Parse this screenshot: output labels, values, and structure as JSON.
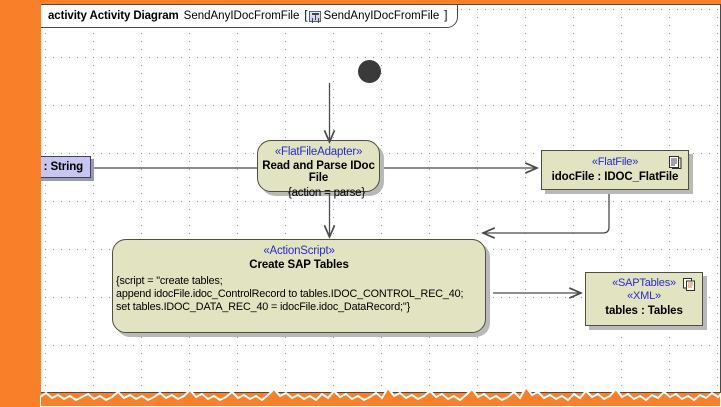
{
  "frame": {
    "keyword": "activity Activity Diagram",
    "name": "SendAnyIDocFromFile",
    "bracket_open": "[",
    "bracket_name": "SendAnyIDocFromFile",
    "bracket_close": "]",
    "icon": "activity-diagram-icon"
  },
  "colors": {
    "canvas_background": "#f97f28",
    "frame_background": "#ffffff",
    "node_fill": "#e2e3c0",
    "node_border": "#4f4f3d",
    "stereotype_text": "#2a2ad0",
    "pin_fill": "#c6c6ee",
    "pin_border": "#40405c",
    "initial_node": "#3a3a3a",
    "grid_dot": "#9a9a9a",
    "connector": "#4a4a4a"
  },
  "pin": {
    "label": "name : String"
  },
  "initial_node": {
    "label": "initial-node"
  },
  "actions": [
    {
      "id": "read-and-parse-idoc-file",
      "stereotype": "«FlatFileAdapter»",
      "name": "Read and Parse IDoc File",
      "constraint": "{action = parse}"
    },
    {
      "id": "create-sap-tables",
      "stereotype": "«ActionScript»",
      "name": "Create SAP Tables",
      "script_lines": [
        "{script = \"create tables;",
        "append idocFile.idoc_ControlRecord to tables.IDOC_CONTROL_REC_40;",
        "set tables.IDOC_DATA_REC_40 = idocFile.idoc_DataRecord;\"}"
      ]
    }
  ],
  "object_nodes": [
    {
      "id": "idocfile",
      "stereotypes": [
        "«FlatFile»"
      ],
      "name": "idocFile : IDOC_FlatFile",
      "icon": "document-icon"
    },
    {
      "id": "tables",
      "stereotypes": [
        "«SAPTables»",
        "«XML»"
      ],
      "name": "tables : Tables",
      "icon": "multi-document-icon"
    }
  ],
  "connectors": [
    {
      "id": "initial-to-read",
      "from": "initial-node",
      "to": "read-and-parse-idoc-file"
    },
    {
      "id": "pin-to-read",
      "from": "name-string-pin",
      "to": "read-and-parse-idoc-file"
    },
    {
      "id": "read-to-idocfile",
      "from": "read-and-parse-idoc-file",
      "to": "idocfile"
    },
    {
      "id": "read-to-create",
      "from": "read-and-parse-idoc-file",
      "to": "create-sap-tables"
    },
    {
      "id": "idocfile-to-create",
      "from": "idocfile",
      "to": "create-sap-tables"
    },
    {
      "id": "create-to-tables",
      "from": "create-sap-tables",
      "to": "tables"
    }
  ]
}
